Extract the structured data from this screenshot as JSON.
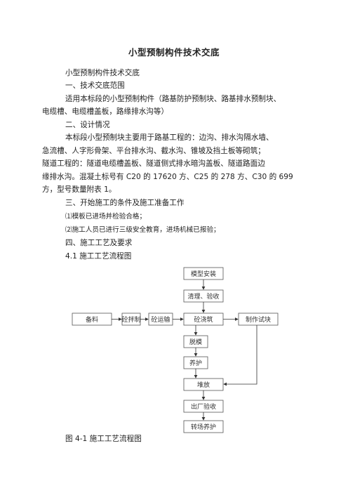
{
  "doc": {
    "title": "小型预制构件技术交底",
    "lines": [
      "小型预制构件技术交底",
      "一、技术交底范围",
      "适用本标段的小型预制构件（路基防护预制块、路基排水预制块、",
      "电缆槽、电缆槽盖板，路缘排水沟等）",
      "二、设计情况",
      "本标段小型预制块主要用于路基工程的：边沟、排水沟隔水墙、",
      "急流槽、人字形骨架、平台排水沟、截水沟、锥坡及挡土板等砌筑；",
      "隧道工程的：隧道电缆槽盖板、隧道侧式排水暗沟盖板、隧道路面边",
      "缘排水沟。混凝土标号有 C20 的 17620 方、C25 的 278 方、C30 的 699",
      "方，型号数量附表 1。",
      "三、开始施工的条件及施工准备工作",
      "⑴模板已进场并检验合格；",
      "⑵施工人员已进行三级安全教育，进场机械已报验；",
      "四、施工工艺及要求",
      "4.1 施工工艺流程图"
    ]
  },
  "flowchart": {
    "nodes": {
      "mold": "模型安装",
      "clean": "清理、验收",
      "material": "备料",
      "mixing": "砼拌制",
      "transport": "砼运输",
      "pouring": "砼浇筑",
      "specimen": "制作试块",
      "demold": "脱模",
      "curing": "养护",
      "stacking": "堆放",
      "acceptance": "出厂验收",
      "yard_curing": "转场养护"
    },
    "caption": "图 4-1 施工工艺流程图"
  }
}
